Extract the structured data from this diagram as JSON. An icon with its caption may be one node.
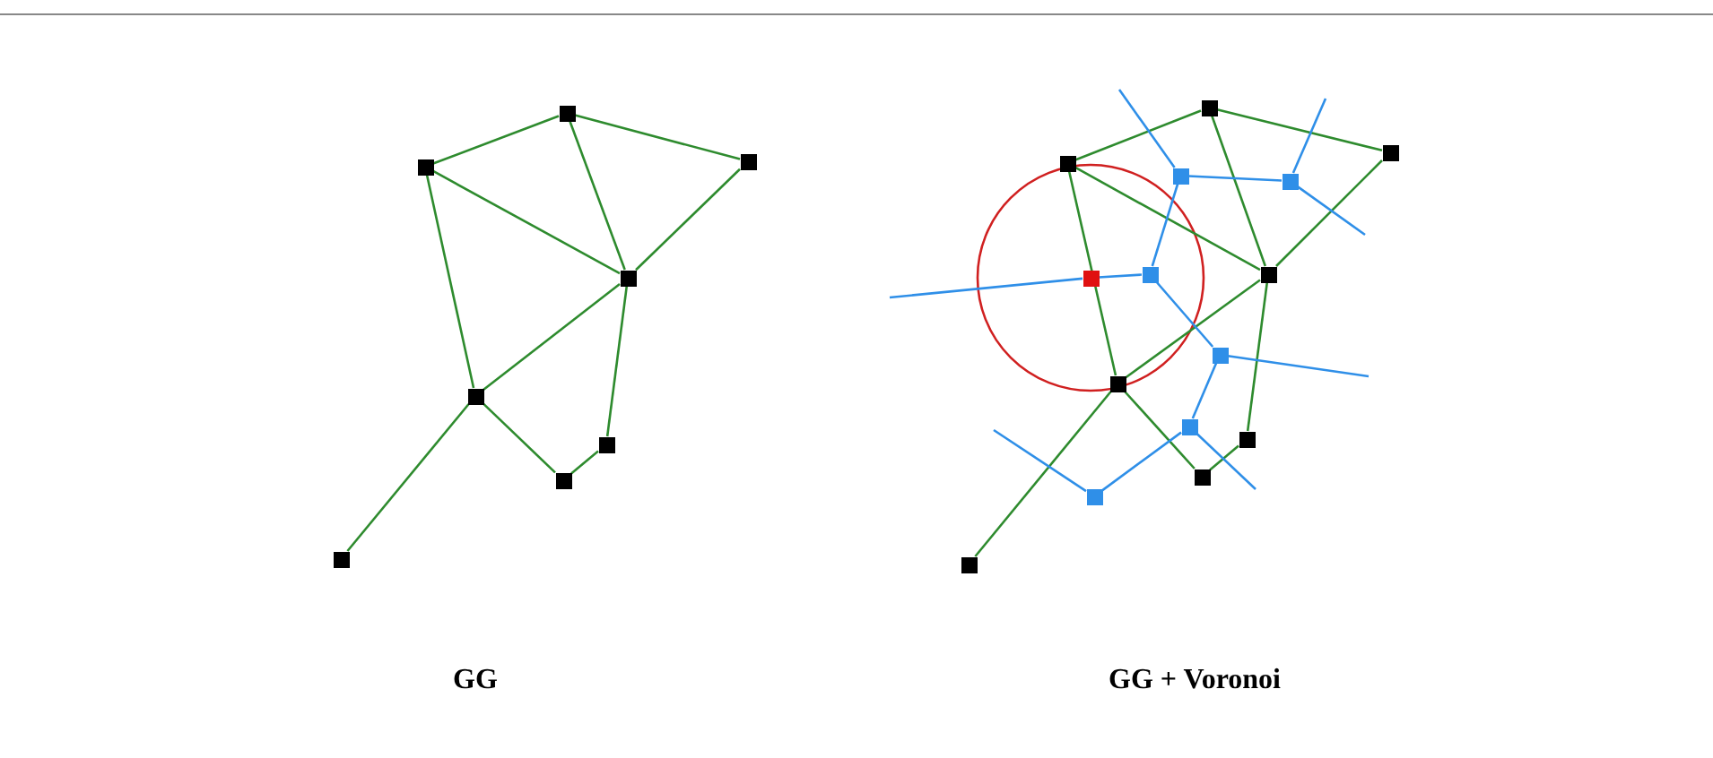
{
  "diagram": {
    "nodes": [
      {
        "text": [],
        "shape": "box"
      },
      {
        "text": [],
        "shape": "box"
      },
      {
        "text": [],
        "shape": "box"
      },
      {
        "text": [],
        "shape": "box"
      },
      {
        "text": [],
        "shape": "box"
      },
      {
        "text": [],
        "shape": "box"
      },
      {
        "text": [],
        "shape": "box"
      },
      {
        "text": [],
        "shape": "box"
      },
      {
        "text": [],
        "shape": "box"
      },
      {
        "text": [],
        "shape": "box"
      },
      {
        "text": [],
        "shape": "box"
      },
      {
        "text": [],
        "shape": "box"
      },
      {
        "text": [],
        "shape": "box"
      },
      {
        "text": [],
        "shape": "box"
      },
      {
        "text": [],
        "shape": "box"
      },
      {
        "text": [],
        "shape": "box"
      },
      {
        "text": [],
        "shape": "box"
      },
      {
        "text": [],
        "shape": "box"
      },
      {
        "text": [],
        "shape": "box"
      },
      {
        "text": [],
        "shape": "box"
      },
      {
        "text": [],
        "shape": "box"
      },
      {
        "text": [],
        "shape": "box"
      },
      {
        "text": [],
        "shape": "box"
      }
    ],
    "edges": [
      {
        "from": 0,
        "to": 1,
        "arrow": "none"
      },
      {
        "from": 1,
        "to": 2,
        "arrow": "none"
      },
      {
        "from": 0,
        "to": 3,
        "arrow": "none"
      },
      {
        "from": 1,
        "to": 3,
        "arrow": "none"
      },
      {
        "from": 2,
        "to": 3,
        "arrow": "none"
      },
      {
        "from": 0,
        "to": 4,
        "arrow": "none"
      },
      {
        "from": 3,
        "to": 4,
        "arrow": "none"
      },
      {
        "from": 3,
        "to": 5,
        "arrow": "none"
      },
      {
        "from": 4,
        "to": 6,
        "arrow": "none"
      },
      {
        "from": 5,
        "to": 6,
        "arrow": "none"
      },
      {
        "from": 4,
        "to": 7,
        "arrow": "none"
      },
      {
        "from": 8,
        "to": 9,
        "arrow": "none"
      },
      {
        "from": 9,
        "to": 10,
        "arrow": "none"
      },
      {
        "from": 8,
        "to": 11,
        "arrow": "none"
      },
      {
        "from": 9,
        "to": 11,
        "arrow": "none"
      },
      {
        "from": 10,
        "to": 11,
        "arrow": "none"
      },
      {
        "from": 8,
        "to": 12,
        "arrow": "none"
      },
      {
        "from": 11,
        "to": 12,
        "arrow": "none"
      },
      {
        "from": 11,
        "to": 13,
        "arrow": "none"
      },
      {
        "from": 12,
        "to": 14,
        "arrow": "none"
      },
      {
        "from": 13,
        "to": 14,
        "arrow": "none"
      },
      {
        "from": 12,
        "to": 15,
        "arrow": "none"
      },
      {
        "from": 16,
        "to": 17,
        "arrow": "none",
        "color": "#2f8fe8"
      },
      {
        "from": 16,
        "to": 18,
        "arrow": "none",
        "color": "#2f8fe8"
      },
      {
        "from": 18,
        "to": 19,
        "arrow": "none",
        "color": "#2f8fe8"
      },
      {
        "from": 18,
        "to": 20,
        "arrow": "none",
        "color": "#2f8fe8"
      },
      {
        "from": 20,
        "to": 21,
        "arrow": "none",
        "color": "#2f8fe8"
      },
      {
        "from": 21,
        "to": 22,
        "arrow": "none",
        "color": "#2f8fe8"
      },
      {
        "from": 16,
        "to": null,
        "arrow": "none",
        "color": "#2f8fe8"
      },
      {
        "from": 17,
        "to": null,
        "arrow": "none",
        "color": "#2f8fe8"
      },
      {
        "from": 17,
        "to": null,
        "arrow": "none",
        "color": "#2f8fe8"
      },
      {
        "from": 19,
        "to": null,
        "arrow": "none",
        "color": "#2f8fe8"
      },
      {
        "from": 20,
        "to": null,
        "arrow": "none",
        "color": "#2f8fe8"
      },
      {
        "from": 21,
        "to": null,
        "arrow": "none",
        "color": "#2f8fe8"
      },
      {
        "from": 22,
        "to": null,
        "arrow": "none",
        "color": "#2f8fe8"
      }
    ],
    "labels": [
      "GG",
      "GG + Voronoi"
    ]
  }
}
